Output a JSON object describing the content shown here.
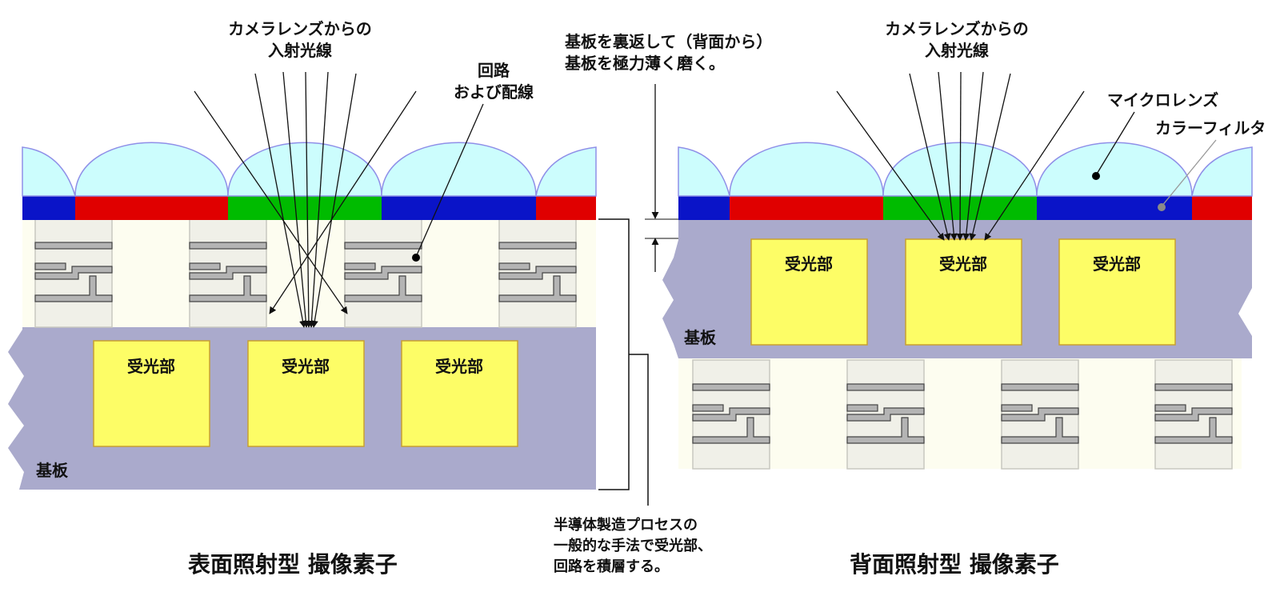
{
  "front": {
    "incident_light": [
      "カメラレンズからの",
      "入射光線"
    ],
    "circuit_wiring": [
      "回路",
      "および配線"
    ],
    "photodiode": "受光部",
    "substrate": "基板",
    "title": "表面照射型 撮像素子"
  },
  "back": {
    "thinning_note": [
      "基板を裏返して（背面から）",
      "基板を極力薄く磨く。"
    ],
    "incident_light": [
      "カメラレンズからの",
      "入射光線"
    ],
    "microlens": "マイクロレンズ",
    "color_filter": "カラーフィルタ",
    "photodiode": "受光部",
    "substrate": "基板",
    "title": "背面照射型 撮像素子"
  },
  "process_note": [
    "半導体製造プロセスの",
    "一般的な手法で受光部、",
    "回路を積層する。"
  ],
  "colors": {
    "microlens": "#ccfdfd",
    "lens_outline": "#8f8fe8",
    "filter_red": "#e00000",
    "filter_green": "#00bb00",
    "filter_blue": "#0a14c8",
    "substrate": "#aaaacc",
    "photodiode": "#fdfd66",
    "wiring_layer": "#fdfdf0",
    "wiring_block": "#f0f0e8",
    "wire": "#b4b4b4"
  }
}
